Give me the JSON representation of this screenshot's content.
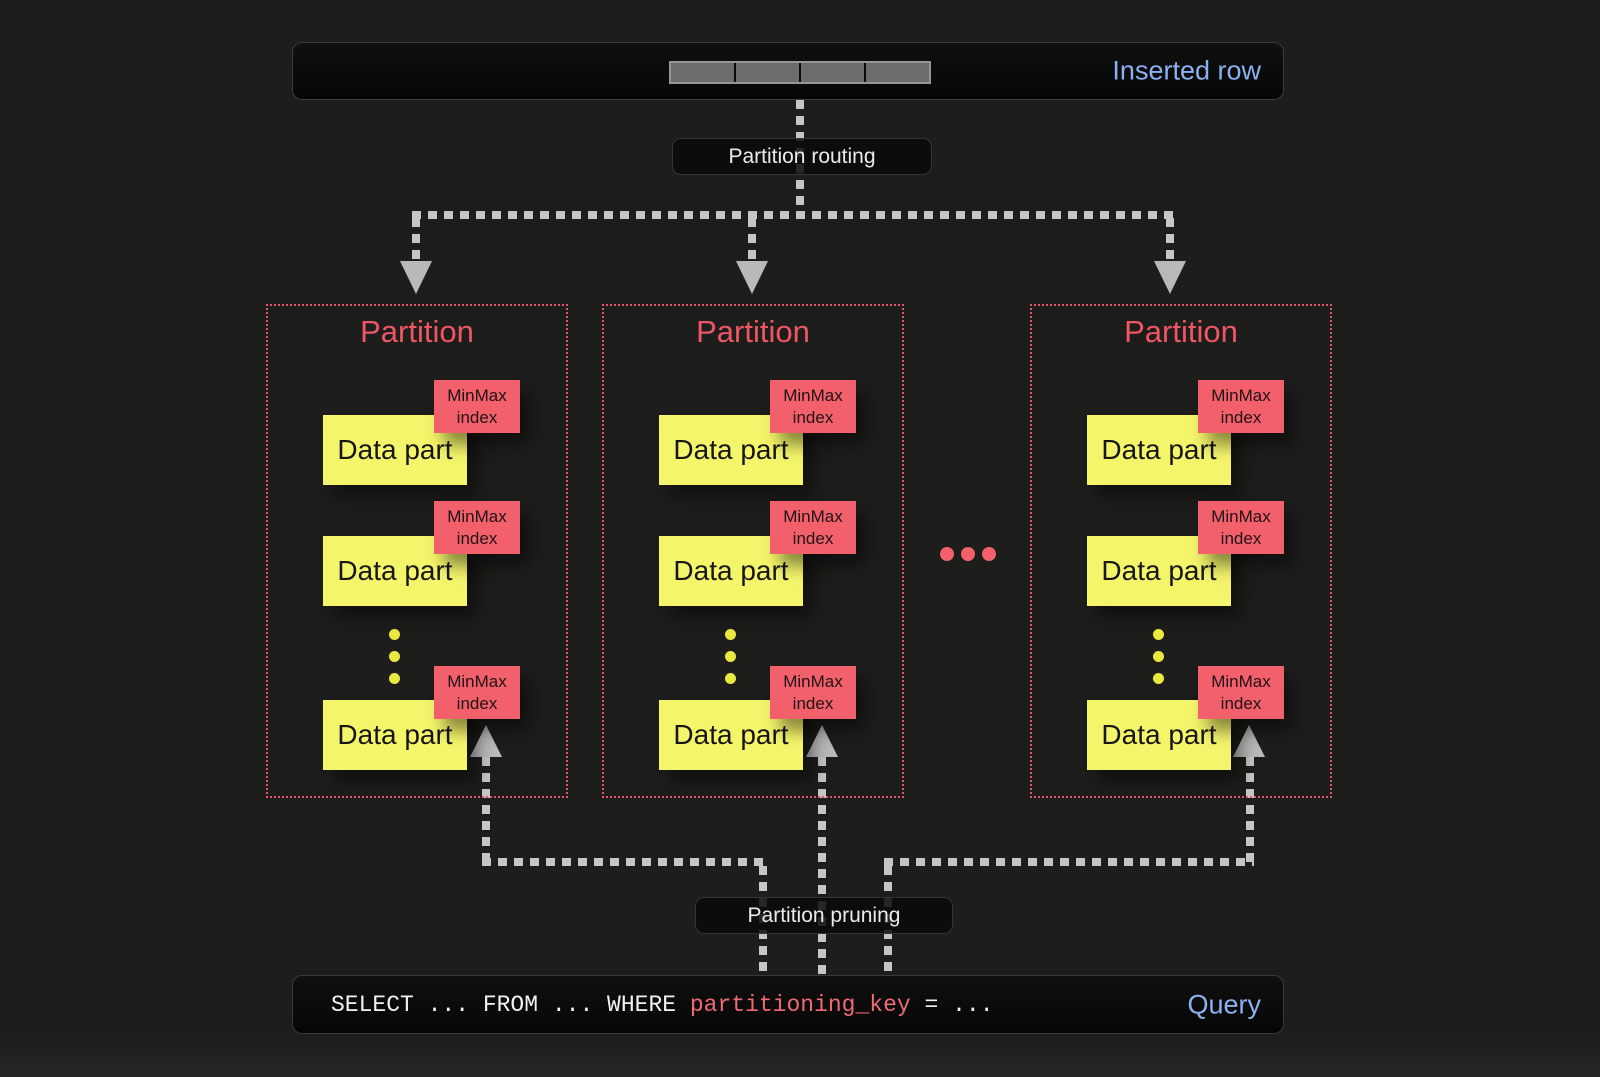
{
  "colors": {
    "background": "#1d1d1b",
    "accent_blue": "#8cb1f1",
    "partition_red": "#ee5565",
    "data_part_yellow": "#f5f56c",
    "minmax_index_red": "#f2606c",
    "arrow_gray": "#c6c6c6"
  },
  "inserted_row": {
    "label": "Inserted row"
  },
  "flow_labels": {
    "routing": "Partition routing",
    "pruning": "Partition pruning"
  },
  "partitions": [
    {
      "title": "Partition",
      "parts": [
        {
          "label": "Data part",
          "index_label": "MinMax\nindex"
        },
        {
          "label": "Data part",
          "index_label": "MinMax\nindex"
        },
        {
          "label": "Data part",
          "index_label": "MinMax\nindex"
        }
      ]
    },
    {
      "title": "Partition",
      "parts": [
        {
          "label": "Data part",
          "index_label": "MinMax\nindex"
        },
        {
          "label": "Data part",
          "index_label": "MinMax\nindex"
        },
        {
          "label": "Data part",
          "index_label": "MinMax\nindex"
        }
      ]
    },
    {
      "title": "Partition",
      "parts": [
        {
          "label": "Data part",
          "index_label": "MinMax\nindex"
        },
        {
          "label": "Data part",
          "index_label": "MinMax\nindex"
        },
        {
          "label": "Data part",
          "index_label": "MinMax\nindex"
        }
      ]
    }
  ],
  "query": {
    "before_key": "SELECT ... FROM ... WHERE ",
    "key": "partitioning_key",
    "after_key": " = ...",
    "label": "Query"
  }
}
